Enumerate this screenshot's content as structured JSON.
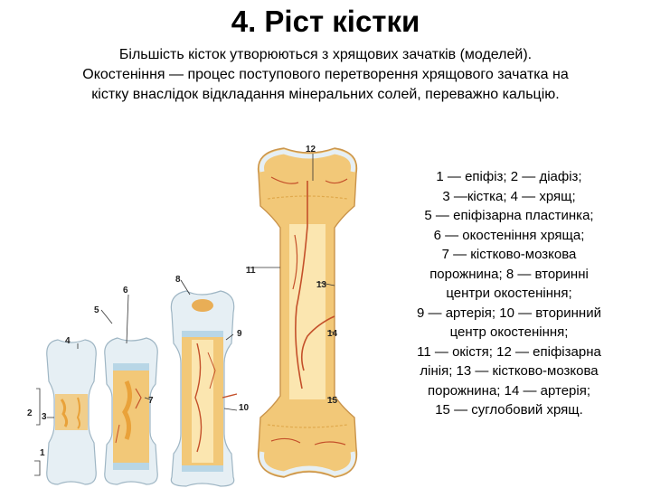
{
  "title": "4. Ріст кістки",
  "intro": [
    "Більшість кісток утворюються з хрящових зачатків (моделей).",
    "Окостеніння — процес поступового перетворення хрящового зачатка на",
    "кістку внаслідок відкладання мінеральних солей, переважно кальцію."
  ],
  "legend": [
    "1 — епіфіз; 2 — діафіз;",
    "3 —кістка; 4 — хрящ;",
    "5 — епіфізарна пластинка;",
    "6 — окостеніння хряща;",
    "7 — кістково-мозкова",
    "порожнина; 8 — вторинні",
    "центри окостеніння;",
    "9 — артерія; 10 — вторинний",
    "центр окостеніння;",
    "11 — окістя; 12 — епіфізарна",
    "лінія; 13 — кістково-мозкова",
    "порожнина; 14 — артерія;",
    "15 — суглобовий хрящ."
  ],
  "figure_labels": [
    "1",
    "2",
    "3",
    "4",
    "5",
    "6",
    "7",
    "8",
    "9",
    "10",
    "11",
    "12",
    "13",
    "14",
    "15"
  ],
  "colors": {
    "cartilage": "#e6eff4",
    "bone": "#f2c878",
    "bone_light": "#fbe6b0",
    "marrow": "#f6d88e",
    "ossification": "#e9a23a",
    "artery": "#c4502a",
    "epiphyseal_plate": "#b8d6e6"
  }
}
